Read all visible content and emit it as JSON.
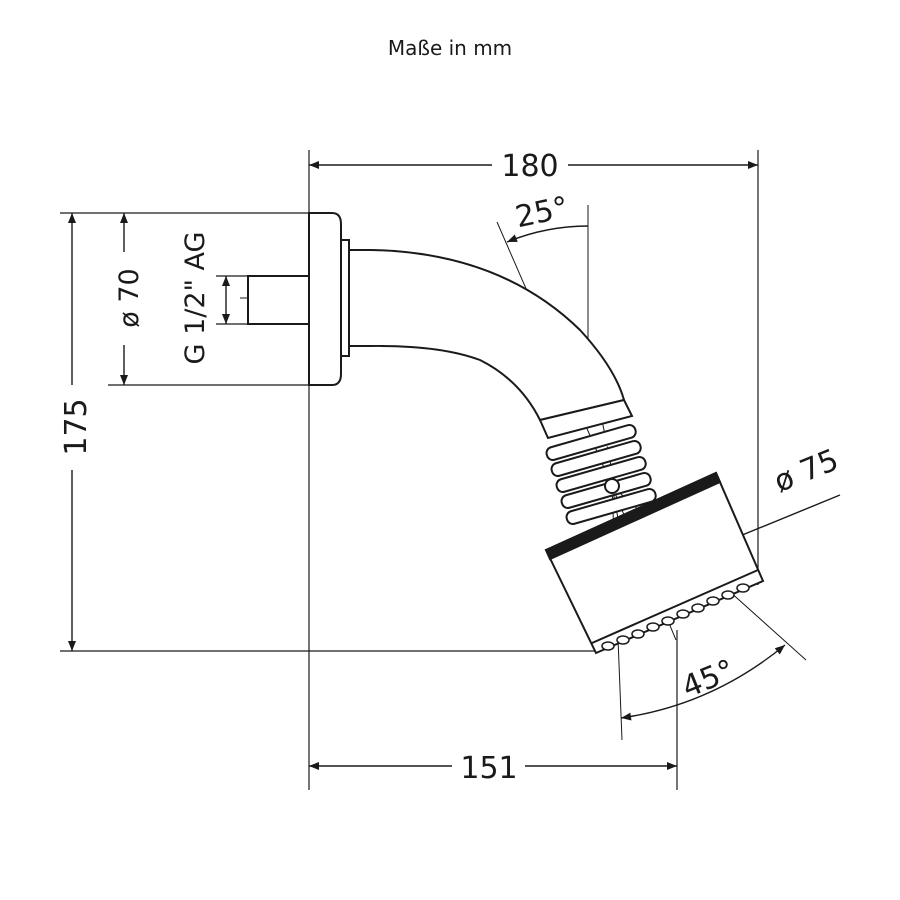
{
  "units_caption": "Maße in mm",
  "dimensions": {
    "overall_width": "180",
    "overall_height": "175",
    "base_diameter": "ø 70",
    "thread": "G 1/2\" AG",
    "head_diameter": "ø 75",
    "arm_tilt": "25°",
    "head_swivel": "45°",
    "projection": "151"
  },
  "colors": {
    "line": "#1a1a1a",
    "background": "#ffffff"
  }
}
